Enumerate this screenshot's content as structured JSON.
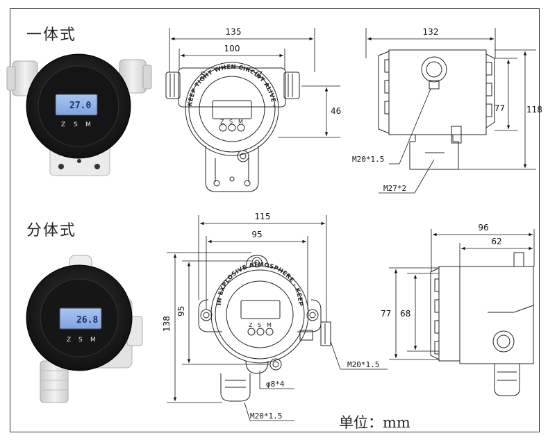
{
  "sections": {
    "integrated": {
      "title": "一体式"
    },
    "split": {
      "title": "分体式"
    }
  },
  "unit_label": "单位：mm",
  "integrated": {
    "photo": {
      "lcd_reading": "27.0",
      "buttons": [
        "Z",
        "S",
        "M"
      ]
    },
    "front": {
      "dim_width_outer": "135",
      "dim_width_inner": "100",
      "dim_height": "46",
      "ring_text": "KEEP TIGHT WHEN CIRCUIT ALIVE - IN EXPLOSIVE ATMOSPHERE -",
      "buttons": [
        "Z",
        "S",
        "M"
      ],
      "side_labels": [
        "S",
        "Z"
      ]
    },
    "side": {
      "dim_width": "132",
      "dim_height_inner": "77",
      "dim_height_outer": "118",
      "thread_1": "M20*1.5",
      "thread_2": "M27*2"
    }
  },
  "split": {
    "photo": {
      "lcd_reading": "26.8",
      "buttons": [
        "Z",
        "S",
        "M"
      ]
    },
    "front": {
      "dim_width_outer": "115",
      "dim_width_inner": "95",
      "dim_height_outer": "138",
      "dim_height_inner": "95",
      "hole_label": "φ8*4",
      "thread_right": "M20*1.5",
      "thread_bottom": "M20*1.5",
      "ring_text": "IN EXPLOSIVE ATMOSPHERE - KEEP TIGHT WHEN CIRCUIT ALIVE -",
      "buttons": [
        "Z",
        "S",
        "M"
      ]
    },
    "side": {
      "dim_width_outer": "96",
      "dim_width_inner": "62",
      "dim_height_outer": "77",
      "dim_height_inner": "68"
    }
  },
  "colors": {
    "line": "#222222",
    "housing_dark": "#1b1b1b",
    "housing_light": "#e6e6e6",
    "lcd": "#8fb2e8"
  }
}
